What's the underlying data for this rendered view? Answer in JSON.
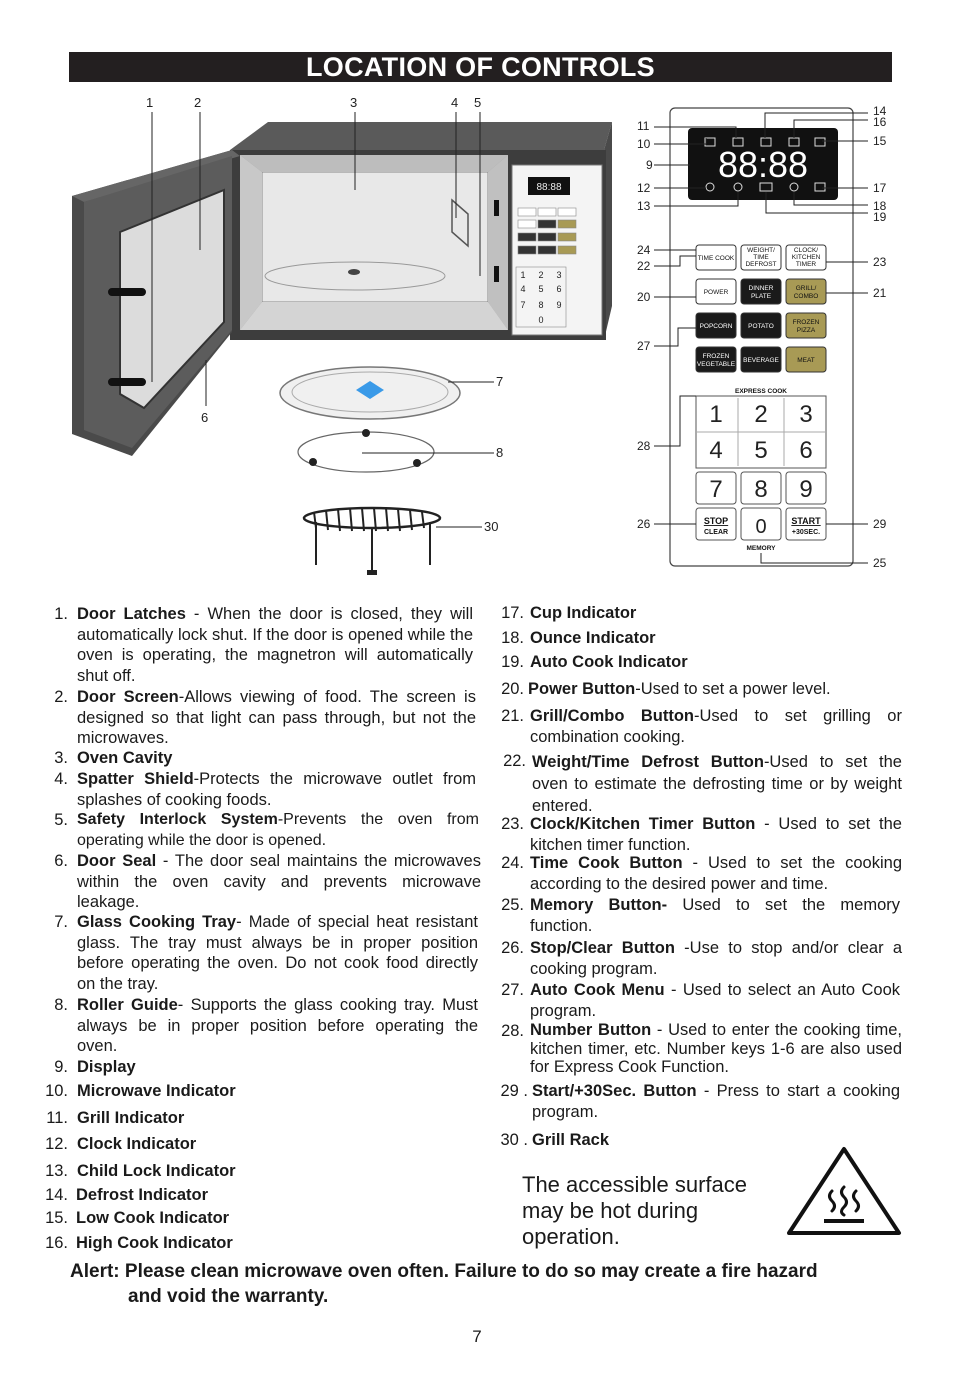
{
  "title": "LOCATION OF CONTROLS",
  "figure": {
    "callouts_oven": [
      "1",
      "2",
      "3",
      "4",
      "5",
      "6",
      "7",
      "8",
      "30"
    ],
    "callouts_panel": [
      "11",
      "10",
      "9",
      "12",
      "13",
      "24",
      "22",
      "20",
      "27",
      "28",
      "26",
      "14",
      "16",
      "15",
      "17",
      "18",
      "19",
      "23",
      "21",
      "29",
      "25"
    ],
    "panel_buttons": {
      "time_cook": "TIME COOK",
      "weight_time_defrost": [
        "WEIGHT/",
        "TIME",
        "DEFROST"
      ],
      "clock_kitchen_timer": [
        "CLOCK/",
        "KITCHEN",
        "TIMER"
      ],
      "power": "POWER",
      "dinner_plate": [
        "DINNER",
        "PLATE"
      ],
      "grill_combo": [
        "GRILL/",
        "COMBO"
      ],
      "popcorn": "POPCORN",
      "potato": "POTATO",
      "frozen_pizza": [
        "FROZEN",
        "PIZZA"
      ],
      "frozen_vegetable": [
        "FROZEN",
        "VEGETABLE"
      ],
      "beverage": "BEVERAGE",
      "meat": "MEAT",
      "express_cook": "EXPRESS COOK",
      "digits": [
        "1",
        "2",
        "3",
        "4",
        "5",
        "6",
        "7",
        "8",
        "9",
        "0"
      ],
      "stop": "STOP",
      "clear": "CLEAR",
      "start": "START",
      "plus30": "+30SEC.",
      "memory": "MEMORY"
    },
    "display_digits": "88:88"
  },
  "left_items": [
    {
      "n": "1.",
      "label": "Door Latches",
      "text": " - When the door is closed, they will automatically lock shut. If the door is opened while the oven is operating, the magnetron will automatically shut off."
    },
    {
      "n": "2.",
      "label": "Door Screen",
      "text": "-Allows viewing of food. The screen is designed so that light can pass through, but not the microwaves."
    },
    {
      "n": "3.",
      "label": "Oven Cavity",
      "text": ""
    },
    {
      "n": "4.",
      "label": "Spatter Shield",
      "text": "-Protects the microwave outlet from splashes of cooking foods."
    },
    {
      "n": "5.",
      "label": "Safety Interlock System",
      "text": "-Prevents the oven from operating while the door is opened."
    },
    {
      "n": "6.",
      "label": "Door Seal",
      "text": " - The door seal maintains the microwaves within the oven cavity and prevents microwave leakage."
    },
    {
      "n": "7.",
      "label": "Glass Cooking Tray",
      "text": "- Made of special heat resistant glass. The tray must always be in proper position before operating the oven. Do not cook food directly on the tray."
    },
    {
      "n": "8.",
      "label": "Roller Guide",
      "text": "- Supports the glass cooking tray. Must always be in proper position before operating the oven."
    },
    {
      "n": "9.",
      "label": "Display",
      "text": ""
    },
    {
      "n": "10.",
      "label": "Microwave Indicator",
      "text": ""
    },
    {
      "n": "11.",
      "label": "Grill Indicator",
      "text": ""
    },
    {
      "n": "12.",
      "label": "Clock Indicator",
      "text": ""
    },
    {
      "n": "13.",
      "label": "Child Lock Indicator",
      "text": ""
    },
    {
      "n": "14.",
      "label": "Defrost Indicator",
      "text": ""
    },
    {
      "n": "15.",
      "label": "Low Cook Indicator",
      "text": ""
    },
    {
      "n": "16.",
      "label": "High Cook Indicator",
      "text": ""
    }
  ],
  "right_items": [
    {
      "n": "17.",
      "label": "Cup Indicator",
      "text": ""
    },
    {
      "n": "18.",
      "label": "Ounce Indicator",
      "text": ""
    },
    {
      "n": "19.",
      "label": "Auto Cook Indicator",
      "text": ""
    },
    {
      "n": "20.",
      "label": "Power Button",
      "text": "-Used to set a power level."
    },
    {
      "n": "21.",
      "label": "Grill/Combo Button",
      "text": "-Used to set grilling or combination cooking."
    },
    {
      "n": "22.",
      "label": "Weight/Time Defrost Button",
      "text": "-Used to set the oven to estimate the defrosting time or by weight entered."
    },
    {
      "n": "23.",
      "label": "Clock/Kitchen Timer Button",
      "text": " - Used to set the kitchen timer function."
    },
    {
      "n": "24.",
      "label": "Time Cook Button",
      "text": " - Used to set the cooking according to the desired power and time."
    },
    {
      "n": "25.",
      "label": "Memory Button-",
      "text": " Used to set the memory function."
    },
    {
      "n": "26.",
      "label": "Stop/Clear Button",
      "text": " -Use to stop and/or clear a cooking program."
    },
    {
      "n": "27.",
      "label": "Auto Cook Menu",
      "text": " - Used to select an Auto Cook program."
    },
    {
      "n": "28.",
      "label": "Number Button",
      "text": " - Used to enter the cooking time, kitchen timer, etc. Number keys 1-6 are also used for Express Cook Function."
    },
    {
      "n": "29 .",
      "label": "Start/+30Sec. Button",
      "text": " - Press to start a cooking program."
    },
    {
      "n": "30 .",
      "label": "Grill Rack",
      "text": ""
    }
  ],
  "caution_text": "The accessible surface may be hot during operation.",
  "alert_line1": "Alert: Please clean microwave oven often. Failure to do so may create a fire hazard",
  "alert_line2": "and void the warranty.",
  "page_number": "7"
}
